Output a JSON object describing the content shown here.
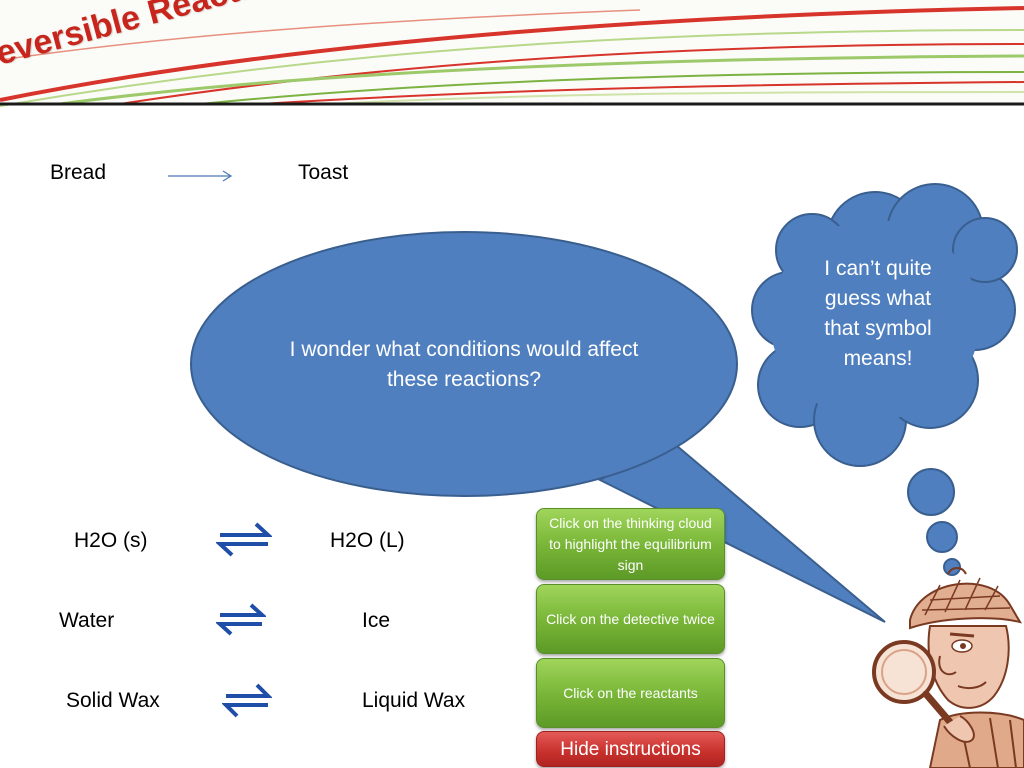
{
  "header": {
    "title": "eversible Reactions"
  },
  "colors": {
    "bubble": "#4f7fbf",
    "bubble_border": "#3a5f8f",
    "button_green": "#77b436",
    "button_red": "#c8302c",
    "title_red": "#c8261d"
  },
  "reactions": {
    "bread_toast": {
      "reactant": "Bread",
      "product": "Toast",
      "arrow_icon": "right-arrow-icon"
    },
    "rows": [
      {
        "reactant": "H2O (s)",
        "product": "H2O (L)",
        "icon": "equilibrium-icon"
      },
      {
        "reactant": "Water",
        "product": "Ice",
        "icon": "equilibrium-icon"
      },
      {
        "reactant": "Solid Wax",
        "product": "Liquid Wax",
        "icon": "equilibrium-icon"
      }
    ]
  },
  "speech_bubble": {
    "text": "I wonder what conditions would affect these reactions?"
  },
  "thought_cloud": {
    "text": "I can’t quite guess what that symbol means!"
  },
  "instructions": {
    "step1": "Click on the thinking cloud to highlight the equilibrium sign",
    "step2": "Click on the detective twice",
    "step3": "Click on the reactants",
    "hide": "Hide instructions"
  },
  "detective": {
    "icon": "detective-icon"
  }
}
